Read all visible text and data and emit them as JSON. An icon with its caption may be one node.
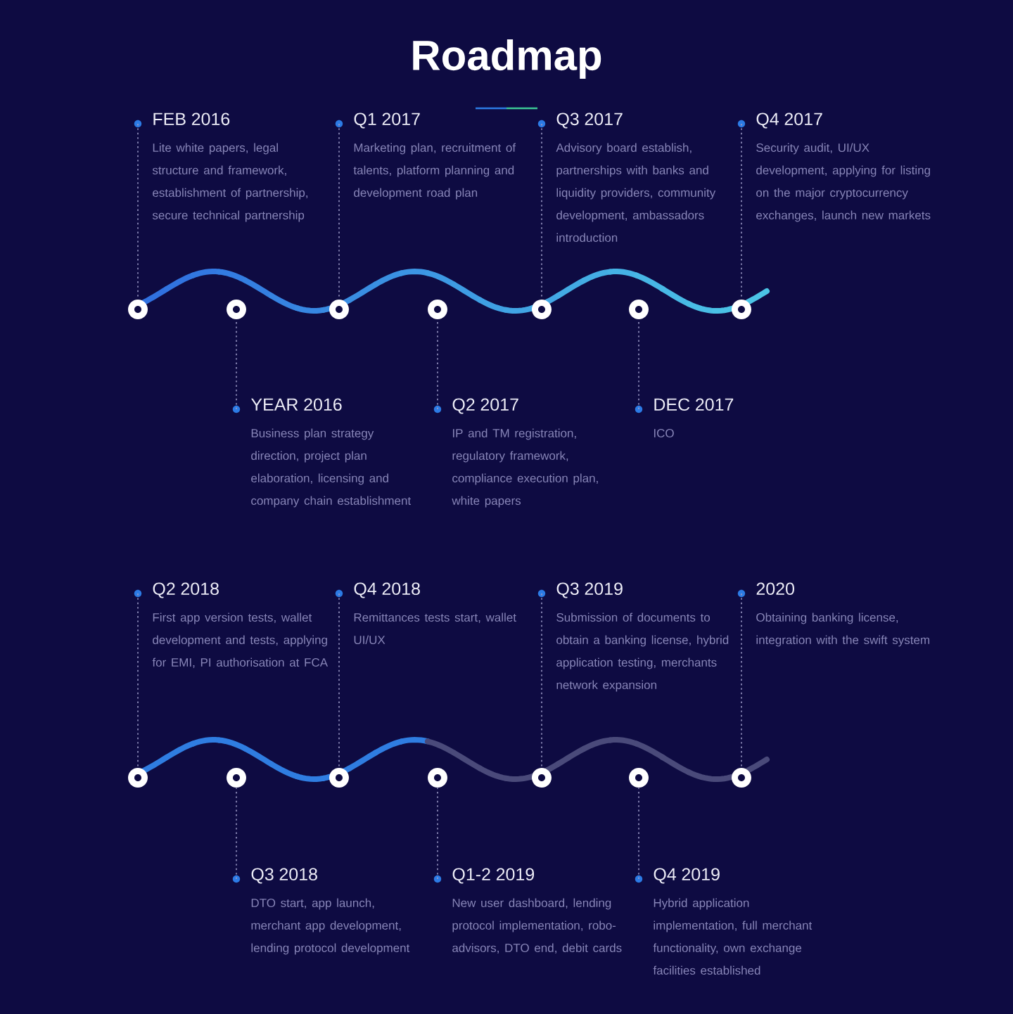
{
  "diagram": {
    "title": "Roadmap",
    "nodes": [
      {
        "text": [
          "FEB 2016",
          "Lite white papers, legal structure and framework, establishment of partnership, secure technical partnership"
        ]
      },
      {
        "text": [
          "Q1 2017",
          "Marketing plan, recruitment of talents, platform planning and development road plan"
        ]
      },
      {
        "text": [
          "Q3 2017",
          "Advisory board establish, partnerships with banks and liquidity providers, community development, ambassadors introduction"
        ]
      },
      {
        "text": [
          "Q4 2017",
          "Security audit, UI/UX development, applying for listing on the major cryptocurrency exchanges, launch new markets"
        ]
      },
      {
        "text": [],
        "shape": "circle"
      },
      {
        "text": [],
        "shape": "circle"
      },
      {
        "text": [],
        "shape": "circle"
      },
      {
        "text": [],
        "shape": "circle"
      },
      {
        "text": [],
        "shape": "circle"
      },
      {
        "text": [],
        "shape": "circle"
      },
      {
        "text": [],
        "shape": "circle"
      },
      {
        "text": [
          "YEAR 2016",
          "Business plan strategy direction, project plan elaboration, licensing and company chain establishment"
        ]
      },
      {
        "text": [
          "Q2 2017",
          "IP and TM registration, regulatory framework, compliance execution plan, white papers"
        ]
      },
      {
        "text": [
          "DEC 2017",
          "ICO"
        ]
      },
      {
        "text": [
          "Q2 2018",
          "First app version tests, wallet development and tests, applying for EMI, PI authorisation at FCA"
        ]
      },
      {
        "text": [
          "Q4 2018",
          "Remittances tests start, wallet UI/UX"
        ]
      },
      {
        "text": [
          "Q3 2019",
          "Submission of documents to obtain a banking license, hybrid application testing, merchants network expansion"
        ]
      },
      {
        "text": [
          "2020",
          "Obtaining banking license, integration with the swift system"
        ]
      },
      {
        "text": [],
        "shape": "circle"
      },
      {
        "text": [],
        "shape": "circle"
      },
      {
        "text": [],
        "shape": "circle"
      },
      {
        "text": [],
        "shape": "circle"
      },
      {
        "text": [],
        "shape": "circle"
      },
      {
        "text": [],
        "shape": "circle"
      },
      {
        "text": [],
        "shape": "circle"
      },
      {
        "text": [
          "Q3 2018",
          "DTO start, app launch, merchant app development, lending protocol development"
        ]
      },
      {
        "text": [
          "Q1-2 2019",
          "New user dashboard, lending protocol implementation, robo-advisors, DTO end, debit cards"
        ]
      },
      {
        "text": [
          "Q4 2019",
          "Hybrid application implementation, full merchant functionality, own exchange facilities established"
        ]
      }
    ],
    "edges": [
      {
        "from": 0,
        "to": 4,
        "arrow": "none",
        "style": "dashed"
      },
      {
        "from": 1,
        "to": 6,
        "arrow": "none",
        "style": "dashed"
      },
      {
        "from": 2,
        "to": 8,
        "arrow": "none",
        "style": "dashed"
      },
      {
        "from": 3,
        "to": 10,
        "arrow": "none",
        "style": "dashed"
      },
      {
        "from": 11,
        "to": 5,
        "arrow": "none",
        "style": "dashed"
      },
      {
        "from": 12,
        "to": 7,
        "arrow": "none",
        "style": "dashed"
      },
      {
        "from": 13,
        "to": 9,
        "arrow": "none",
        "style": "dashed"
      },
      {
        "from": 14,
        "to": 18,
        "arrow": "none",
        "style": "dashed"
      },
      {
        "from": 15,
        "to": 20,
        "arrow": "none",
        "style": "dashed"
      },
      {
        "from": 16,
        "to": 22,
        "arrow": "none",
        "style": "dashed"
      },
      {
        "from": 17,
        "to": 24,
        "arrow": "none",
        "style": "dashed"
      },
      {
        "from": 25,
        "to": 19,
        "arrow": "none",
        "style": "dashed"
      },
      {
        "from": 26,
        "to": 21,
        "arrow": "none",
        "style": "dashed"
      },
      {
        "from": 27,
        "to": 23,
        "arrow": "none",
        "style": "dashed"
      }
    ]
  }
}
